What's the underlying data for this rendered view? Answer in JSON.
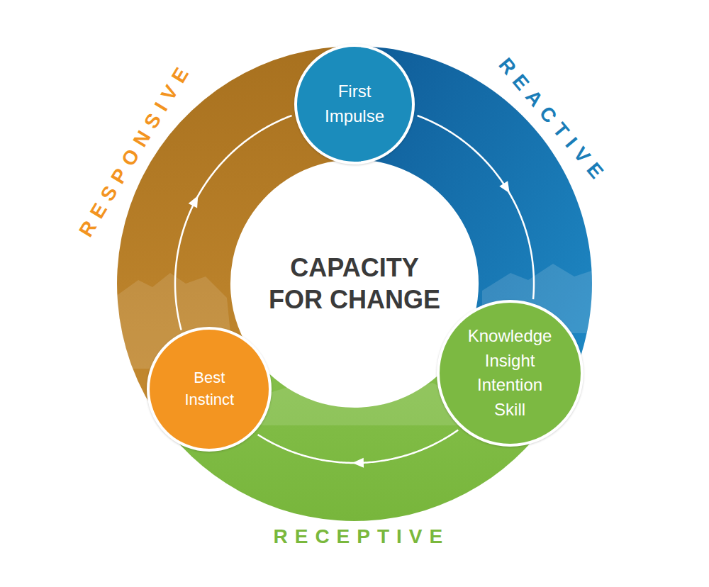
{
  "diagram": {
    "title": "CAPACITY FOR CHANGE",
    "nodes": [
      {
        "text": [
          "First Impulse"
        ]
      },
      {
        "text": [
          "Knowledge",
          "Insight",
          "Intention",
          "Skill"
        ]
      },
      {
        "text": [
          "Best Instinct"
        ]
      }
    ],
    "edges": [
      {
        "from": 0,
        "to": 1,
        "arrow": "to"
      },
      {
        "from": 1,
        "to": 2,
        "arrow": "to"
      },
      {
        "from": 2,
        "to": 0,
        "arrow": "to"
      }
    ],
    "labels": [
      "RESPONSIVE",
      "REACTIVE",
      "RECEPTIVE"
    ]
  }
}
